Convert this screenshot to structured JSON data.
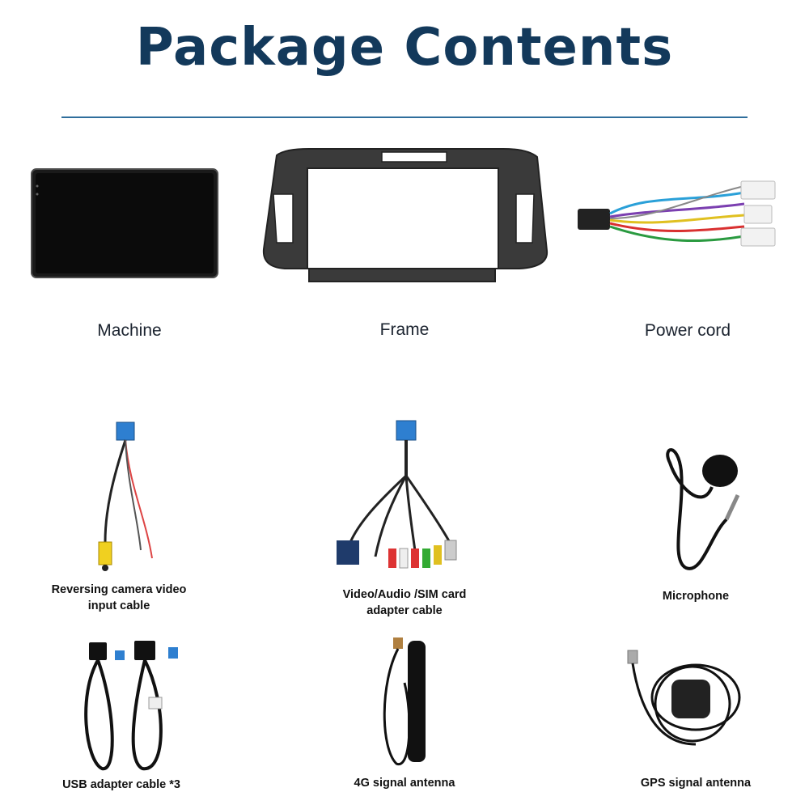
{
  "title": "Package Contents",
  "items": [
    {
      "name": "machine",
      "label": "Machine"
    },
    {
      "name": "frame",
      "label": "Frame"
    },
    {
      "name": "power-cord",
      "label": "Power cord"
    },
    {
      "name": "reversing-camera-cable",
      "label_line1": "Reversing camera video",
      "label_line2": "input cable"
    },
    {
      "name": "video-audio-sim-cable",
      "label_line1": "Video/Audio /SIM card",
      "label_line2": "adapter cable"
    },
    {
      "name": "microphone",
      "label": "Microphone"
    },
    {
      "name": "usb-adapter-cable",
      "label": "USB adapter cable *3"
    },
    {
      "name": "4g-antenna",
      "label": "4G signal antenna"
    },
    {
      "name": "gps-antenna",
      "label": "GPS signal antenna"
    }
  ],
  "colors": {
    "title": "#13395b",
    "rule": "#2f6e9c"
  }
}
